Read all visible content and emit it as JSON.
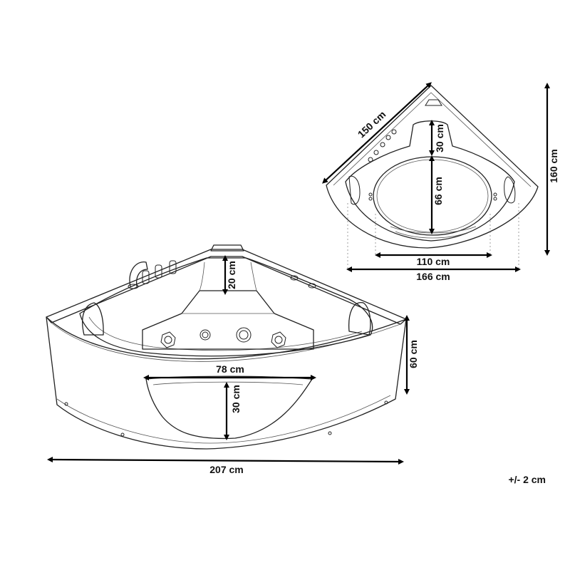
{
  "dimensions": {
    "front_width": "207 cm",
    "window_width": "78 cm",
    "window_height": "30 cm",
    "tub_height": "60 cm",
    "headrest_depth": "20 cm",
    "top_diagonal": "150 cm",
    "top_side": "160 cm",
    "top_width": "166 cm",
    "basin_width": "110 cm",
    "basin_depth": "66 cm",
    "top_headrest_depth": "30 cm"
  },
  "tolerance": "+/- 2 cm"
}
